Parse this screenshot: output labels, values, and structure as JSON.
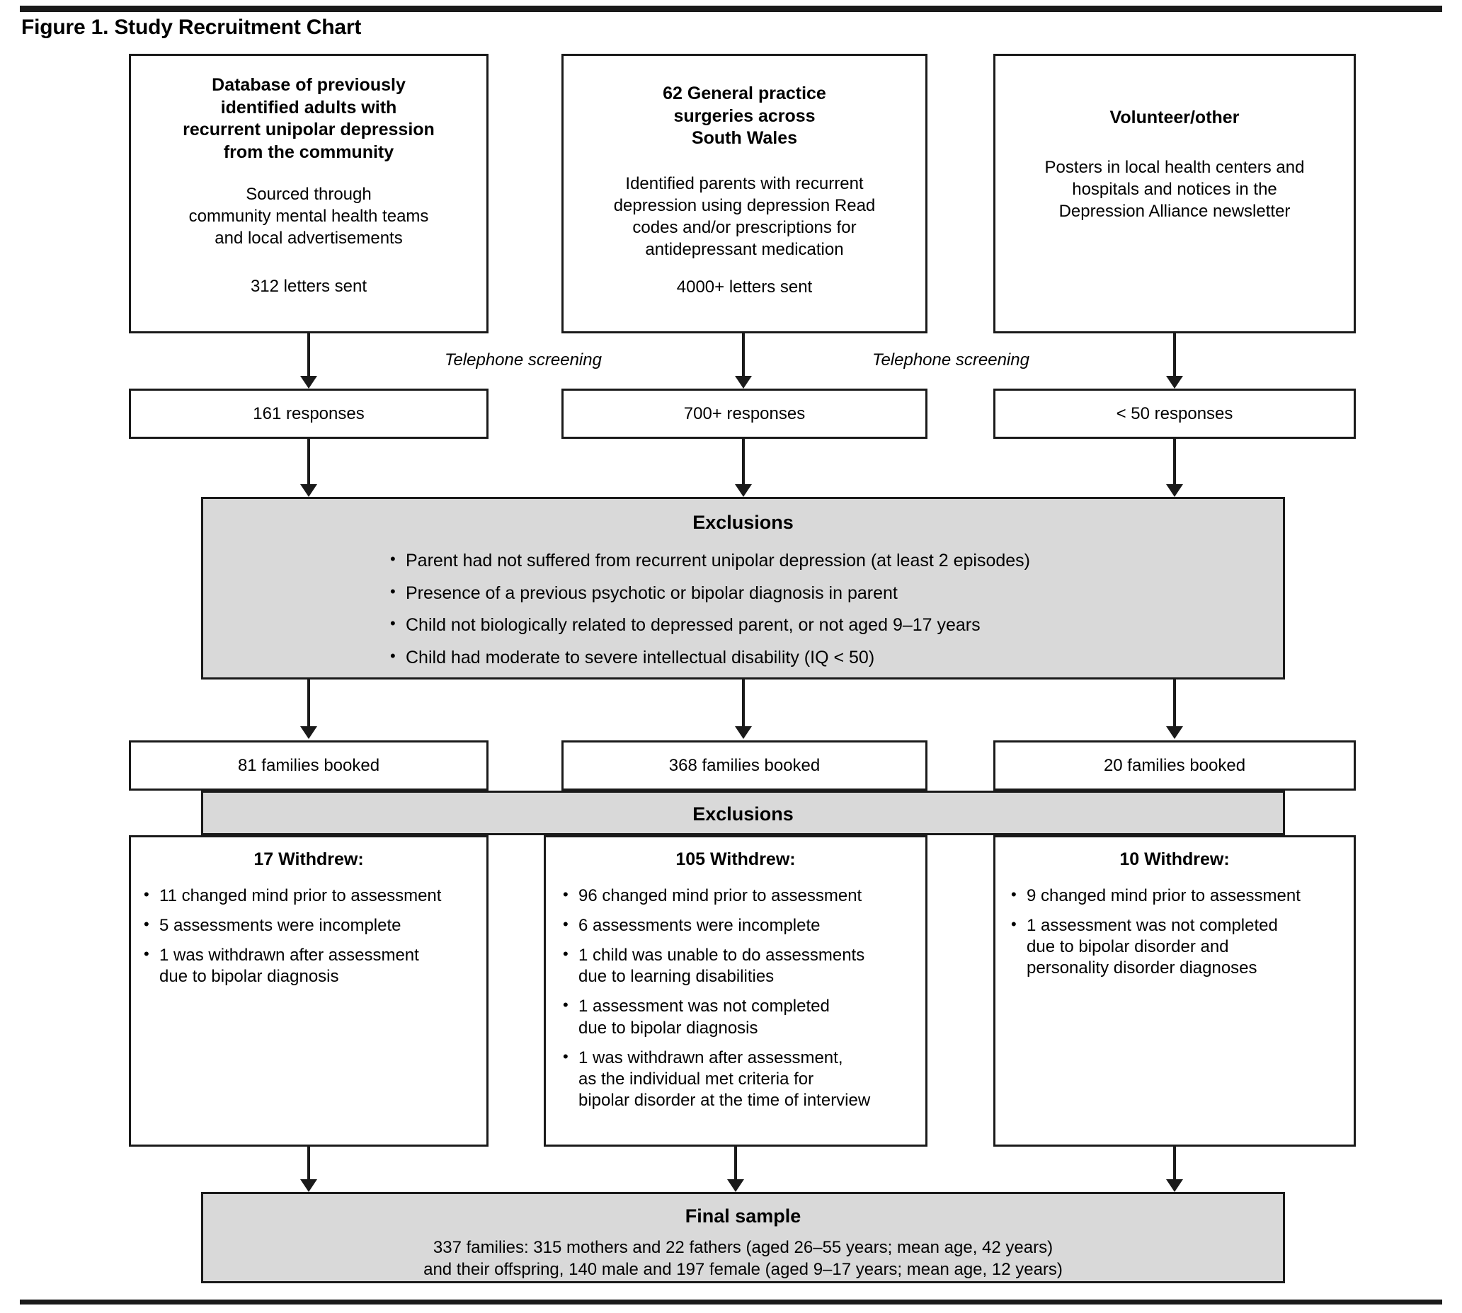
{
  "figure": {
    "title": "Figure 1. Study Recruitment Chart"
  },
  "colors": {
    "shaded_box": "#d9d9d9",
    "border": "#1a1a1a",
    "page_background": "#ffffff",
    "text": "#000000"
  },
  "sources": [
    {
      "id": "community-database",
      "title": "Database of previously\nidentified adults with\nrecurrent unipolar depression\nfrom the community",
      "title_lines": [
        "Database of previously",
        "identified adults with",
        "recurrent unipolar depression",
        "from the community"
      ],
      "detail_lines": [
        "Sourced through",
        "community mental health teams",
        "and local advertisements"
      ],
      "letters": "312 letters sent",
      "screening_label": "Telephone screening",
      "responses": "161 responses",
      "families_booked": "81 families booked"
    },
    {
      "id": "general-practice",
      "title": "62 General practice\nsurgeries across\nSouth Wales",
      "title_lines": [
        "62 General practice",
        "surgeries across",
        "South Wales"
      ],
      "detail_lines": [
        "Identified parents with recurrent",
        "depression using depression Read",
        "codes and/or prescriptions for",
        "antidepressant medication"
      ],
      "letters": "4000+ letters sent",
      "screening_label": "Telephone screening",
      "responses": "700+ responses",
      "families_booked": "368 families booked"
    },
    {
      "id": "volunteer-other",
      "title": "Volunteer/other",
      "title_lines": [
        "Volunteer/other"
      ],
      "detail_lines": [
        "Posters in local health centers and",
        "hospitals and notices in the",
        "Depression Alliance newsletter"
      ],
      "letters": "",
      "screening_label": "",
      "responses": "< 50 responses",
      "families_booked": "20 families booked"
    }
  ],
  "exclusions_primary": {
    "heading": "Exclusions",
    "items": [
      "Parent had not suffered from recurrent unipolar depression (at least 2 episodes)",
      "Presence of a previous psychotic or bipolar diagnosis in parent",
      "Child not biologically related to depressed parent, or not aged 9–17 years",
      "Child had moderate to severe intellectual disability (IQ < 50)"
    ]
  },
  "exclusions_secondary": {
    "heading": "Exclusions"
  },
  "withdrawals": [
    {
      "id": "withdrew-community",
      "heading": "17 Withdrew:",
      "items": [
        "11 changed mind prior to assessment",
        "5 assessments were incomplete",
        "1 was withdrawn after assessment\ndue to bipolar diagnosis"
      ]
    },
    {
      "id": "withdrew-general-practice",
      "heading": "105 Withdrew:",
      "items": [
        "96 changed mind prior to assessment",
        "6 assessments were incomplete",
        "1 child was unable to do assessments\ndue to learning disabilities",
        "1 assessment was not completed\ndue to bipolar diagnosis",
        "1 was withdrawn after assessment,\nas the individual  met criteria for\nbipolar disorder at the time of interview"
      ]
    },
    {
      "id": "withdrew-volunteer",
      "heading": "10 Withdrew:",
      "items": [
        "9 changed mind prior to assessment",
        "1 assessment was not completed\ndue to bipolar disorder and\npersonality disorder diagnoses"
      ]
    }
  ],
  "final_sample": {
    "heading": "Final sample",
    "lines": [
      "337 families: 315 mothers and 22 fathers (aged 26–55 years; mean age, 42 years)",
      "and their offspring, 140 male and 197 female (aged 9–17 years; mean age, 12 years)"
    ]
  }
}
